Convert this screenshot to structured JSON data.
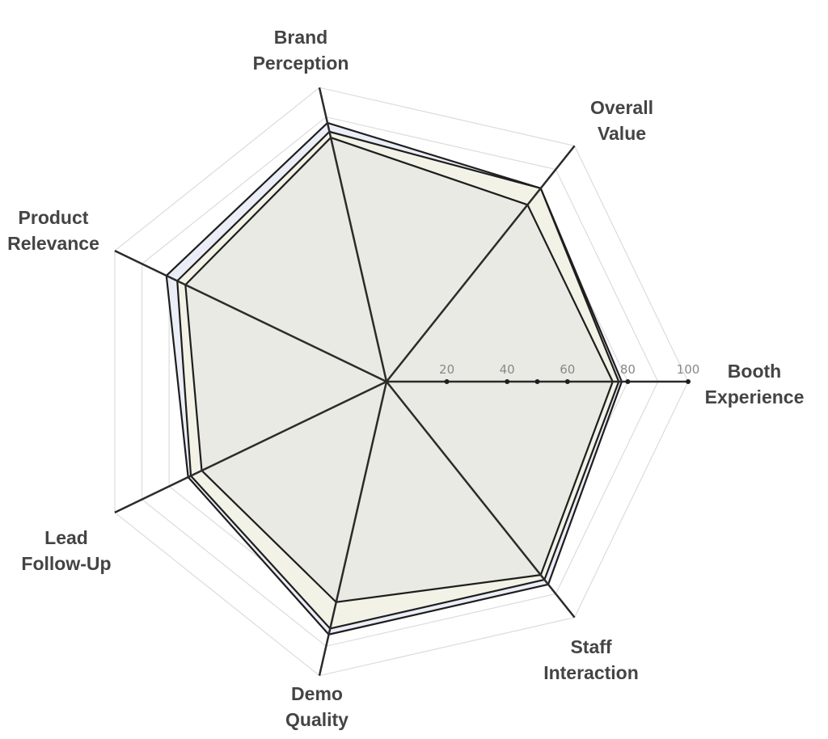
{
  "chart_data": {
    "type": "radar",
    "axes": [
      "Booth Experience",
      "Overall Value",
      "Brand Perception",
      "Product Relevance",
      "Lead Follow-Up",
      "Demo Quality",
      "Staff Interaction"
    ],
    "axis_label_lines": [
      [
        "Booth",
        "Experience"
      ],
      [
        "Overall",
        "Value"
      ],
      [
        "Brand",
        "Perception"
      ],
      [
        "Product",
        "Relevance"
      ],
      [
        "Lead",
        "Follow-Up"
      ],
      [
        "Demo",
        "Quality"
      ],
      [
        "Staff",
        "Interaction"
      ]
    ],
    "range": [
      0,
      100
    ],
    "grid_step": 10,
    "tick_labels": [
      "20",
      "40",
      "60",
      "80",
      "100"
    ],
    "tick_values": [
      20,
      40,
      60,
      80,
      100
    ],
    "tick_marks": [
      20,
      40,
      50,
      60,
      80,
      100
    ],
    "grid": true,
    "legend": "none",
    "series": [
      {
        "values": [
          78,
          82,
          88,
          81,
          73,
          86,
          86
        ],
        "color": "#e9ebf6"
      },
      {
        "values": [
          77,
          82,
          85,
          77,
          72,
          84,
          84
        ],
        "color": "#f4f2e4"
      },
      {
        "values": [
          75,
          75,
          83,
          74,
          68,
          75,
          82
        ],
        "color": "#e7e9e3"
      }
    ]
  }
}
